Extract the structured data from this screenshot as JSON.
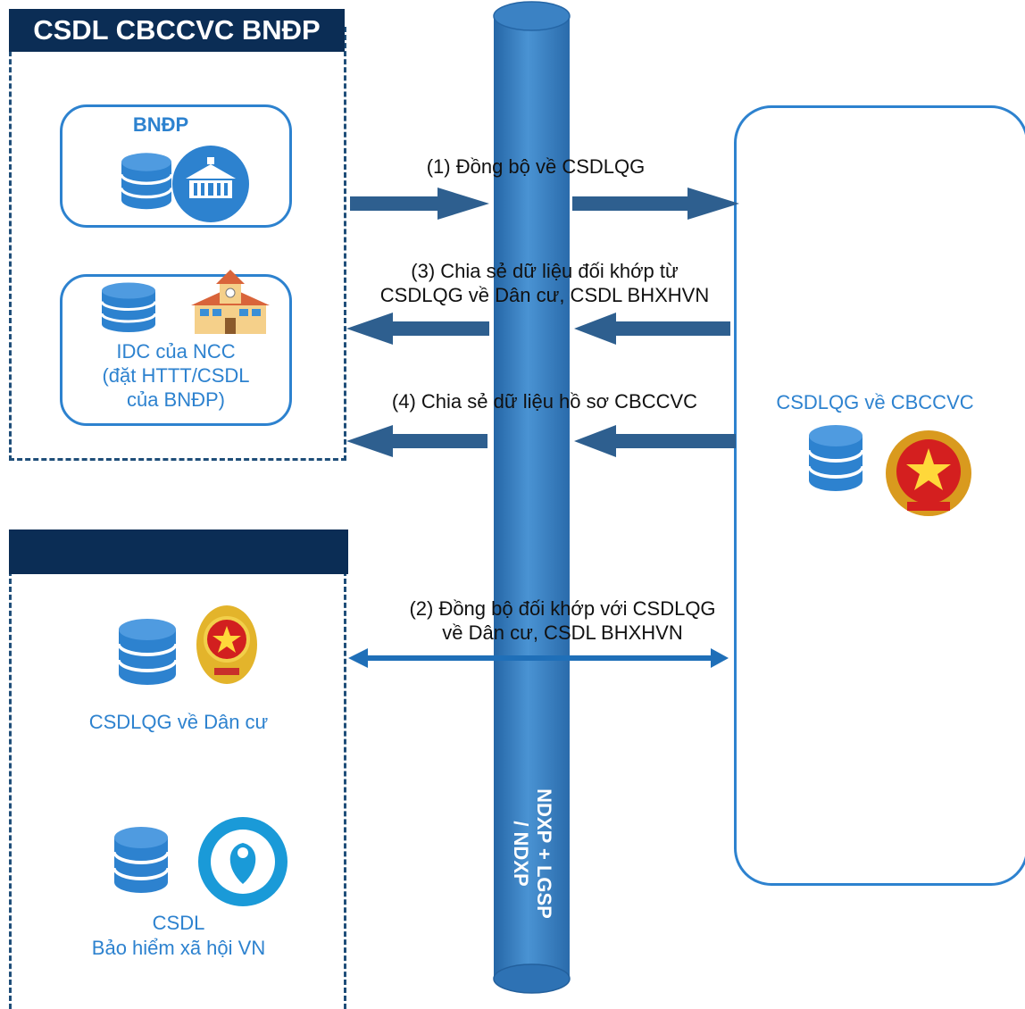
{
  "top_panel": {
    "title": "CSDL CBCCVC BNĐP"
  },
  "bndp_box": {
    "label": "BNĐP"
  },
  "idc_box": {
    "line1": "IDC của NCC",
    "line2": "(đặt HTTT/CSDL",
    "line3": "của BNĐP)"
  },
  "bottom_panel": {
    "title": "",
    "dancu_label": "CSDLQG về Dân cư",
    "bhxh_line1": "CSDL",
    "bhxh_line2": "Bảo hiểm xã hội VN"
  },
  "right_panel": {
    "label": "CSDLQG về CBCCVC"
  },
  "bus": {
    "line1": "NDXP + LGSP",
    "line2": "/ NDXP"
  },
  "flows": {
    "f1": "(1) Đồng bộ về CSDLQG",
    "f3_line1": "(3) Chia sẻ dữ liệu đối khớp từ",
    "f3_line2": "CSDLQG về Dân cư, CSDL BHXHVN",
    "f4": "(4) Chia sẻ dữ liệu hồ sơ CBCCVC",
    "f2_line1": "(2) Đồng bộ đối khớp với CSDLQG",
    "f2_line2": "về Dân cư, CSDL BHXHVN"
  },
  "colors": {
    "navy": "#0b2d55",
    "accent": "#2d82cf",
    "arrow": "#2e5f8f",
    "bus": "#3b82c4"
  },
  "icons": [
    "database-icon",
    "government-building-icon",
    "school-building-icon",
    "police-emblem-icon",
    "social-insurance-logo-icon",
    "national-emblem-icon"
  ]
}
